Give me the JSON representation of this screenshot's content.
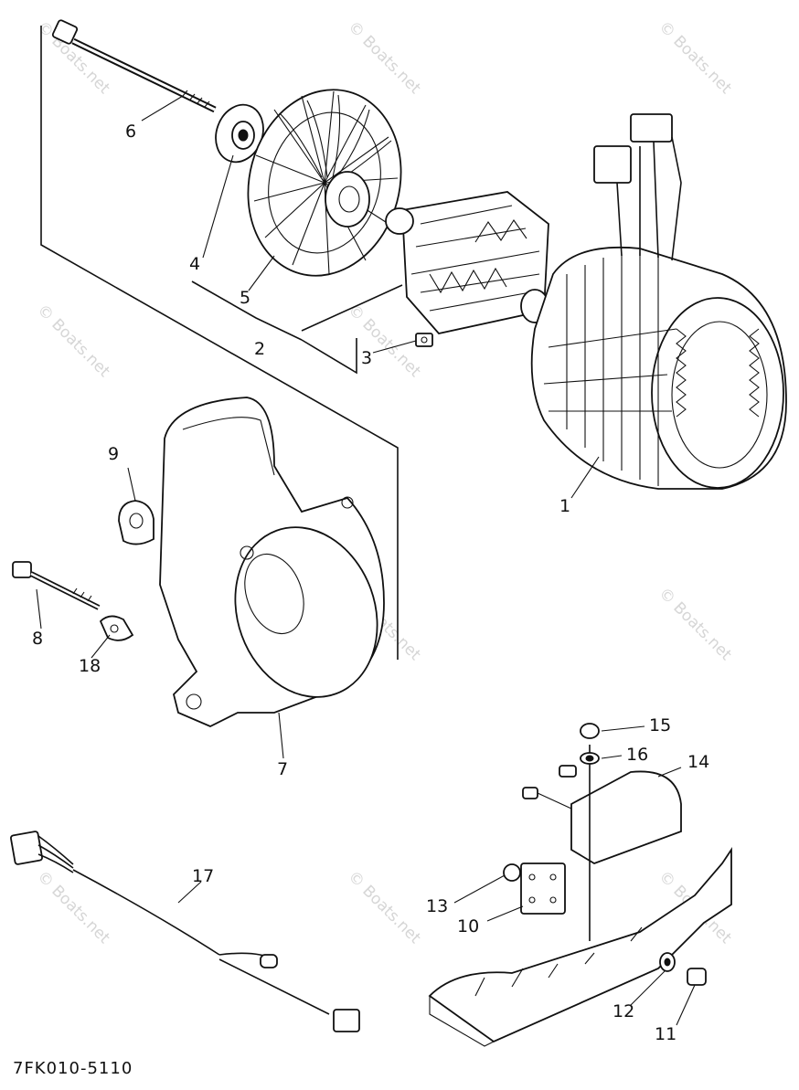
{
  "diagram": {
    "code": "7FK010-5110",
    "watermark": "© Boats.net",
    "parts": {
      "p1": "1",
      "p2": "2",
      "p3": "3",
      "p4": "4",
      "p5": "5",
      "p6": "6",
      "p7": "7",
      "p8": "8",
      "p9": "9",
      "p10": "10",
      "p11": "11",
      "p12": "12",
      "p13": "13",
      "p14": "14",
      "p15": "15",
      "p16": "16",
      "p17": "17",
      "p18": "18"
    }
  }
}
